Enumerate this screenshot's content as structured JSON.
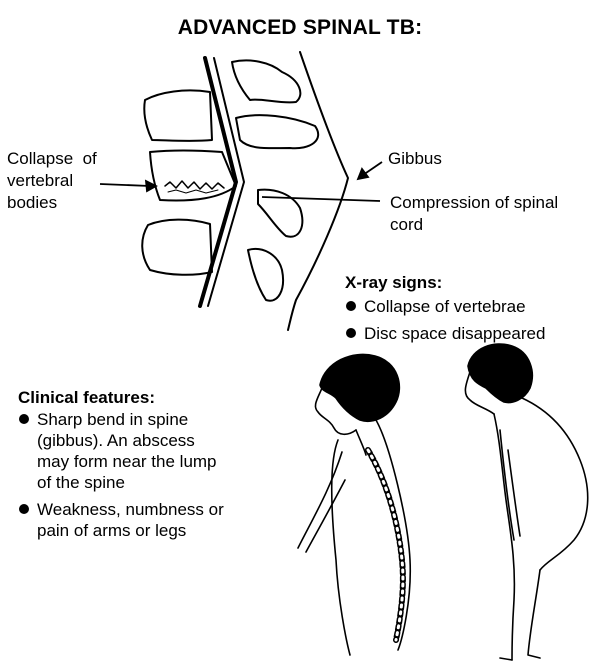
{
  "title": "ADVANCED SPINAL TB:",
  "labels": {
    "collapse": [
      "Collapse  of",
      "vertebral",
      "bodies"
    ],
    "gibbus": "Gibbus",
    "compression": [
      "Compression of spinal",
      "cord"
    ]
  },
  "xray": {
    "heading": "X-ray signs:",
    "items": [
      "Collapse of vertebrae",
      "Disc space disappeared"
    ]
  },
  "clinical": {
    "heading": "Clinical features:",
    "items": [
      [
        "Sharp bend in spine",
        "(gibbus). An abscess",
        "may form near the lump",
        "of the spine"
      ],
      [
        "Weakness, numbness or",
        "pain of arms or legs"
      ]
    ]
  }
}
